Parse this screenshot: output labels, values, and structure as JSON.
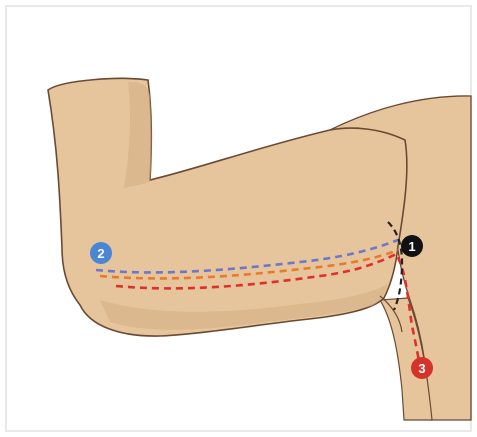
{
  "markers": [
    {
      "label": "1",
      "color": "#111111"
    },
    {
      "label": "2",
      "color": "#4a86d4"
    },
    {
      "label": "3",
      "color": "#d4322a"
    }
  ],
  "colors": {
    "skin": "#e6c59c",
    "skin_shadow": "#d2ad82",
    "outline": "#6b4a33",
    "frame_border": "#e9e9e9",
    "line_blue": "#6f78c6",
    "line_orange": "#ea7a2a",
    "line_red": "#e0302a",
    "line_black": "#222222"
  }
}
